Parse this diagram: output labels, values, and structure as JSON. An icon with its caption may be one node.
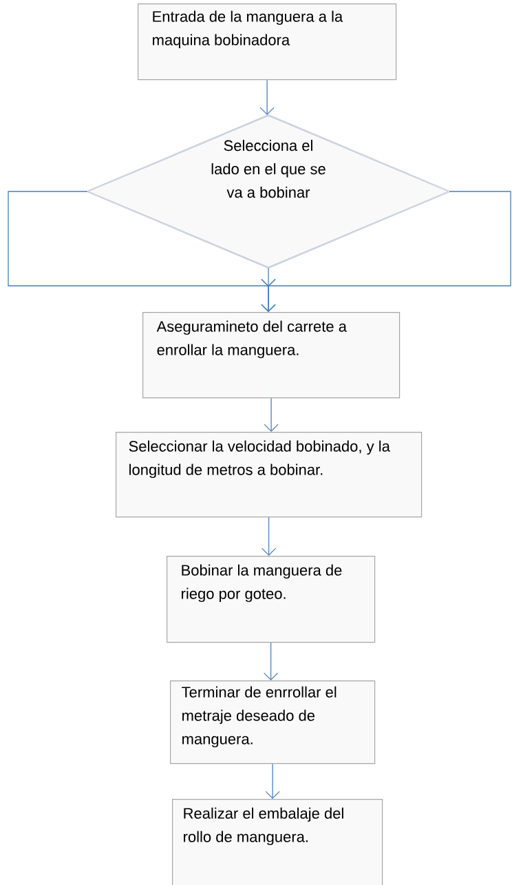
{
  "diagram": {
    "nodes": [
      {
        "text": [
          "Entrada de la manguera a la maquina bobinadora"
        ]
      },
      {
        "text": [
          "Selecciona el lado en el que se va a bobinar"
        ]
      },
      {
        "text": [
          "Aseguramineto del carrete a enrollar la manguera."
        ]
      },
      {
        "text": [
          "Seleccionar la velocidad bobinado, y la longitud de metros a bobinar."
        ]
      },
      {
        "text": [
          "Bobinar la manguera de riego por goteo."
        ]
      },
      {
        "text": [
          "Terminar de enrrollar el metraje deseado de manguera."
        ]
      },
      {
        "text": [
          "Realizar el embalaje del rollo de manguera."
        ]
      }
    ],
    "edges": [
      {
        "from": 0,
        "to": 1,
        "arrow": "to"
      },
      {
        "from": 1,
        "to": 2,
        "arrow": "to"
      },
      {
        "from": 1,
        "to": 2,
        "arrow": "to"
      },
      {
        "from": 1,
        "to": 2,
        "arrow": "to"
      },
      {
        "from": 2,
        "to": 3,
        "arrow": "to"
      },
      {
        "from": 3,
        "to": 4,
        "arrow": "to"
      },
      {
        "from": 4,
        "to": 5,
        "arrow": "to"
      },
      {
        "from": 5,
        "to": 6,
        "arrow": "to"
      }
    ]
  }
}
